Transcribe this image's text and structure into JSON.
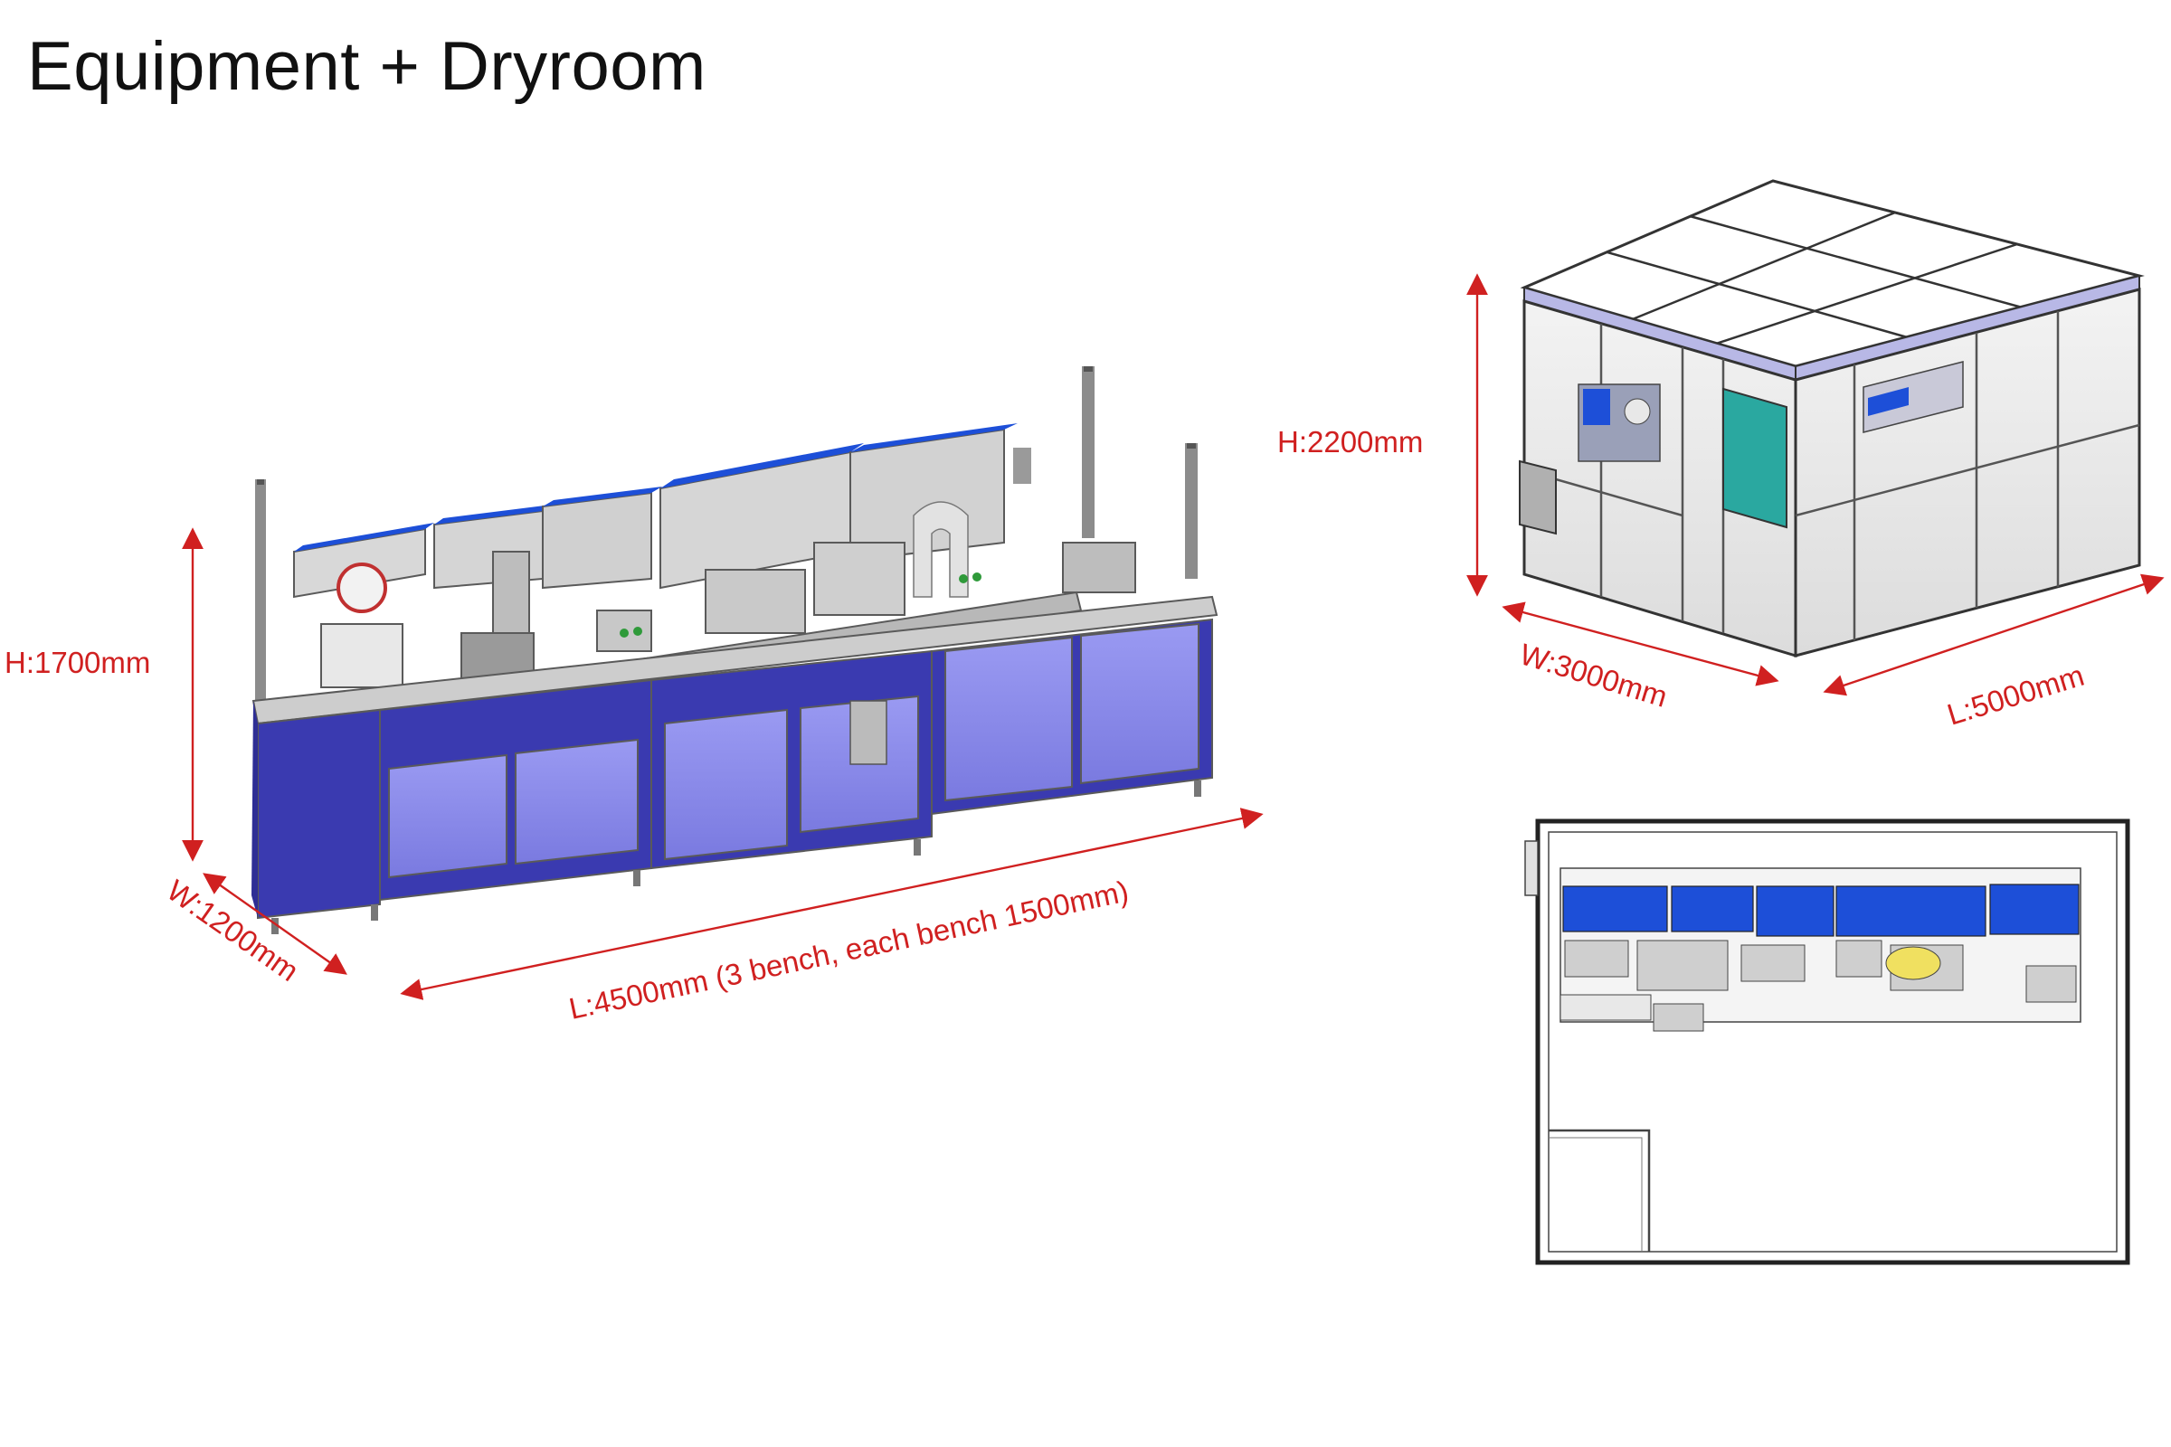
{
  "title": "Equipment + Dryroom",
  "equipment": {
    "height_label": "H:1700mm",
    "width_label": "W:1200mm",
    "length_label": "L:4500mm (3 bench, each bench 1500mm)"
  },
  "dryroom": {
    "height_label": "H:2200mm",
    "width_label": "W:3000mm",
    "length_label": "L:5000mm"
  },
  "colors": {
    "dimension": "#d02020",
    "bench_blue": "#3a3ab0",
    "glass_blue": "#8a8aee",
    "cover_blue": "#1d4fd8",
    "door_teal": "#2aa8a0"
  }
}
